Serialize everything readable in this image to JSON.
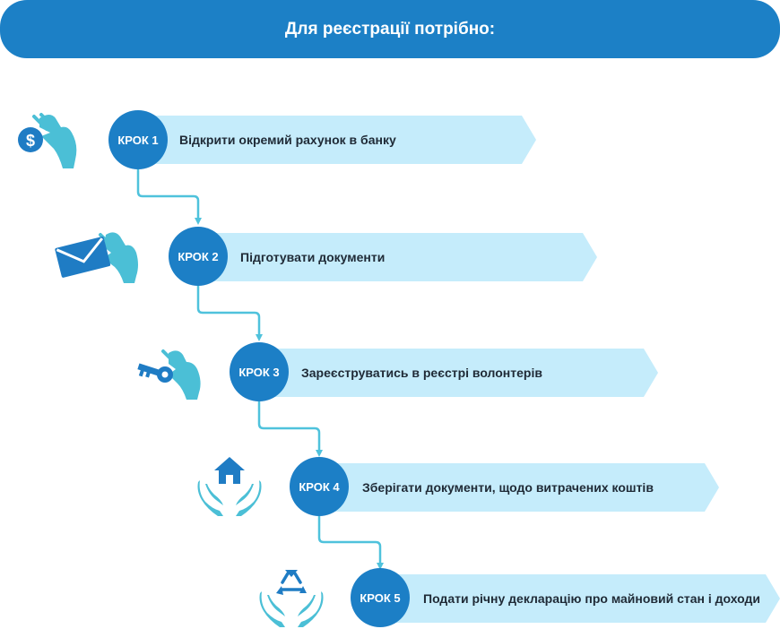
{
  "header": {
    "title": "Для реєстрації потрібно:"
  },
  "steps": [
    {
      "label": "КРОК 1",
      "text": "Відкрити окремий рахунок в банку",
      "icon": "money-hand-icon"
    },
    {
      "label": "КРОК 2",
      "text": "Підготувати документи",
      "icon": "envelope-hand-icon"
    },
    {
      "label": "КРОК 3",
      "text": "Зареєструватись в реєстрі волонтерів",
      "icon": "key-hand-icon"
    },
    {
      "label": "КРОК 4",
      "text": "Зберігати документи, щодо витрачених коштів",
      "icon": "house-hands-icon"
    },
    {
      "label": "КРОК 5",
      "text": "Подати річну декларацію про майновий стан і доходи",
      "icon": "recycle-hands-icon"
    }
  ],
  "colors": {
    "header": "#1c80c6",
    "circle": "#1c7fc6",
    "banner": "#c5ecfb",
    "connector": "#4fc2dc",
    "icon_primary": "#1f7cc4",
    "icon_secondary": "#4bbfd6"
  }
}
